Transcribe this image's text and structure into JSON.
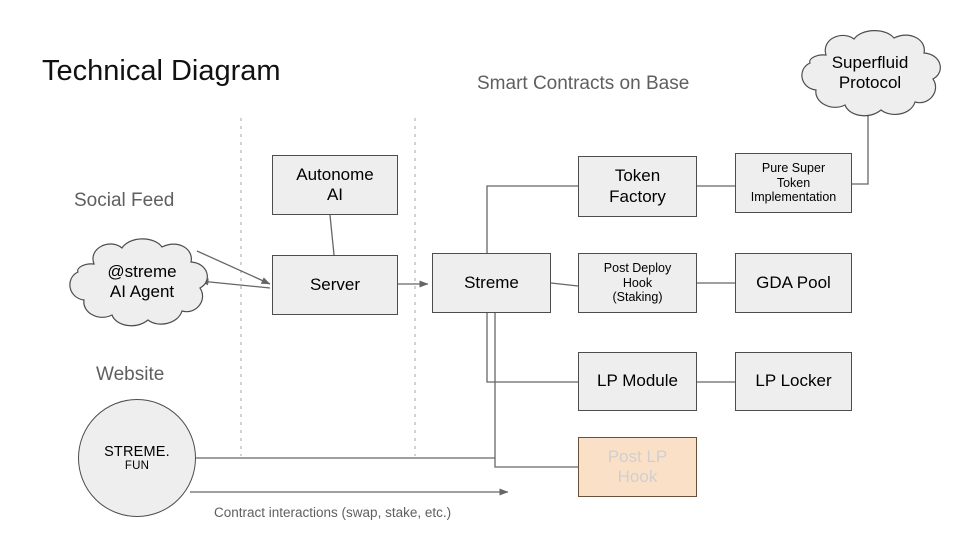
{
  "page": {
    "title": "Technical Diagram",
    "background": "#ffffff"
  },
  "colors": {
    "node_fill": "#eeeeee",
    "node_stroke": "#4d4d4d",
    "highlight_fill": "#fbe0c8",
    "highlight_stroke": "#69503a",
    "highlight_text": "#cfcfcf",
    "label_text": "#5f5f5f",
    "edge_stroke": "#666666",
    "divider_stroke": "#bbbbbb"
  },
  "group_labels": [
    {
      "name": "social-feed",
      "text": "Social Feed"
    },
    {
      "name": "website",
      "text": "Website"
    },
    {
      "name": "smart-contracts-on-base",
      "text": "Smart Contracts on Base"
    }
  ],
  "clouds": [
    {
      "name": "streme-ai-agent",
      "line1": "@streme",
      "line2": "AI Agent"
    },
    {
      "name": "superfluid-protocol",
      "line1": "Superfluid",
      "line2": "Protocol"
    }
  ],
  "circles": [
    {
      "name": "streme-fun-website",
      "line1": "STREME.",
      "line2": "FUN"
    }
  ],
  "boxes": [
    {
      "name": "autonome-ai",
      "line1": "Autonome",
      "line2": "AI",
      "size": "big"
    },
    {
      "name": "server",
      "line1": "Server",
      "line2": "",
      "size": "big"
    },
    {
      "name": "streme",
      "line1": "Streme",
      "line2": "",
      "size": "big"
    },
    {
      "name": "token-factory",
      "line1": "Token",
      "line2": "Factory",
      "size": "big"
    },
    {
      "name": "pure-super-token-implementation",
      "line1": "Pure Super",
      "line2": "Token",
      "line3": "Implementation",
      "size": "small"
    },
    {
      "name": "post-deploy-hook",
      "line1": "Post Deploy",
      "line2": "Hook",
      "line3": "(Staking)",
      "size": "small"
    },
    {
      "name": "gda-pool",
      "line1": "GDA Pool",
      "line2": "",
      "size": "big"
    },
    {
      "name": "lp-module",
      "line1": "LP Module",
      "line2": "",
      "size": "big"
    },
    {
      "name": "lp-locker",
      "line1": "LP Locker",
      "line2": "",
      "size": "big"
    },
    {
      "name": "post-lp-hook",
      "line1": "Post LP",
      "line2": "Hook",
      "size": "hook"
    }
  ],
  "edge_labels": [
    {
      "name": "contract-interactions",
      "text": "Contract interactions (swap, stake, etc.)"
    }
  ]
}
